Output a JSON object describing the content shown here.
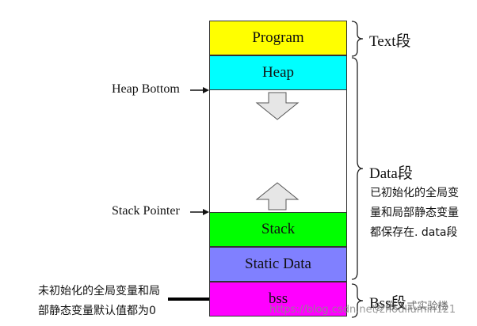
{
  "segments": {
    "program": {
      "label": "Program",
      "color": "#ffff00"
    },
    "heap": {
      "label": "Heap",
      "color": "#00ffff"
    },
    "stack": {
      "label": "Stack",
      "color": "#00ff00"
    },
    "static_data": {
      "label": "Static Data",
      "color": "#8080ff"
    },
    "bss": {
      "label": "bss",
      "color": "#ff00ff"
    }
  },
  "pointers": {
    "heap_bottom": "Heap Bottom",
    "stack_pointer": "Stack Pointer"
  },
  "braces": {
    "text": "Text段",
    "data": "Data段",
    "bss": "Bss段"
  },
  "notes": {
    "data_line1": "已初始化的全局变",
    "data_line2": "量和局部静态变量",
    "data_line3": "都保存在. data段",
    "bss_line1": "未初始化的全局变量和局",
    "bss_line2": "部静态变量默认值都为0"
  },
  "watermark": {
    "url": "https://blog.csdn.net/zhouliumin121",
    "brand": "嵌入式实验楼"
  }
}
